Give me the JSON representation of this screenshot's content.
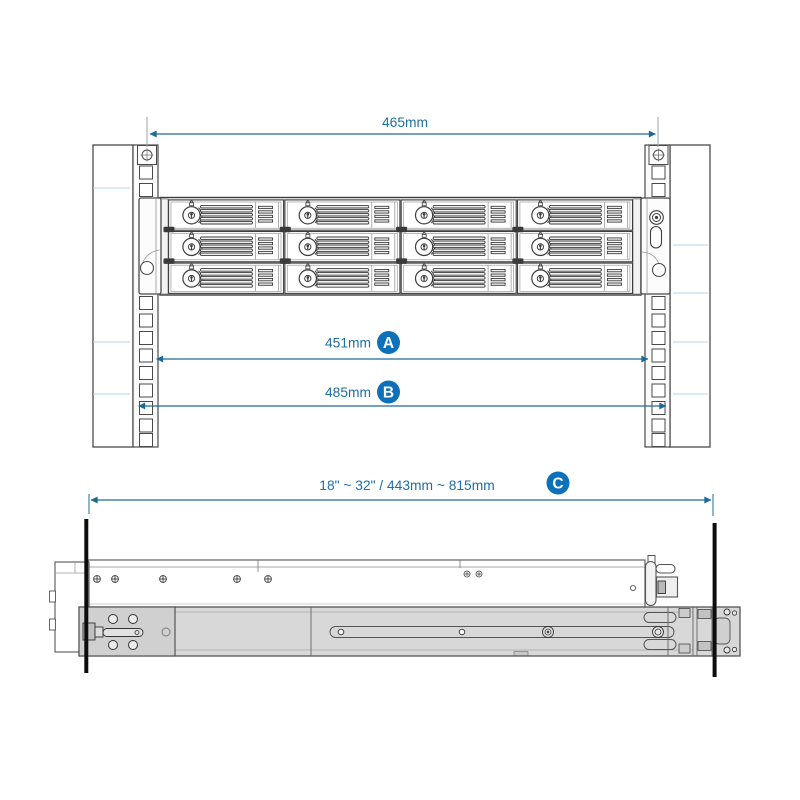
{
  "front_view": {
    "description": "rack front view with 12-bay rackmount NAS",
    "width_overall": "465mm",
    "width_a": "451mm",
    "badge_a": "A",
    "width_b": "485mm",
    "badge_b": "B"
  },
  "side_view": {
    "description": "slide rail kit side view between rack posts",
    "depth_range": "18\" ~ 32\" / 443mm ~ 815mm",
    "badge_c": "C"
  },
  "colors": {
    "dimension": "#1d6b94",
    "badge": "#0c70ba",
    "label_text": "#1e6fa5",
    "drawing": "#3d3d3d",
    "rail_gray": "#d8d8d8"
  },
  "icons": {
    "lock_knob": "circular tray lock",
    "padlock": "lock glyph above tray knob",
    "power_button": "concentric circle button on right ear"
  }
}
